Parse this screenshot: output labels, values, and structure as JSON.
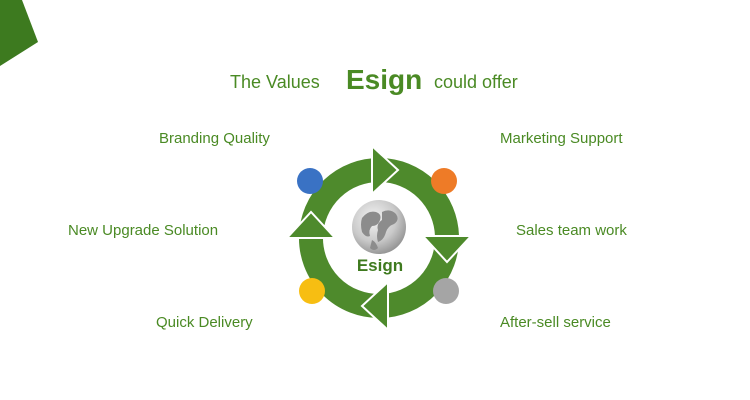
{
  "title": {
    "prefix": "The Values",
    "brand": "Esign",
    "suffix": "could offer"
  },
  "center": {
    "label": "Esign",
    "icon": "globe-icon"
  },
  "values": {
    "branding_quality": "Branding Quality",
    "new_upgrade_solution": "New Upgrade Solution",
    "quick_delivery": "Quick Delivery",
    "marketing_support": "Marketing Support",
    "sales_team_work": "Sales team work",
    "after_sell_service": "After-sell service"
  },
  "colors": {
    "green": "#4e8a2c",
    "text_green": "#4a8a24",
    "blue_dot": "#3a72c4",
    "orange_dot": "#ee7b27",
    "yellow_dot": "#f7be12",
    "gray_dot": "#a5a5a5"
  }
}
